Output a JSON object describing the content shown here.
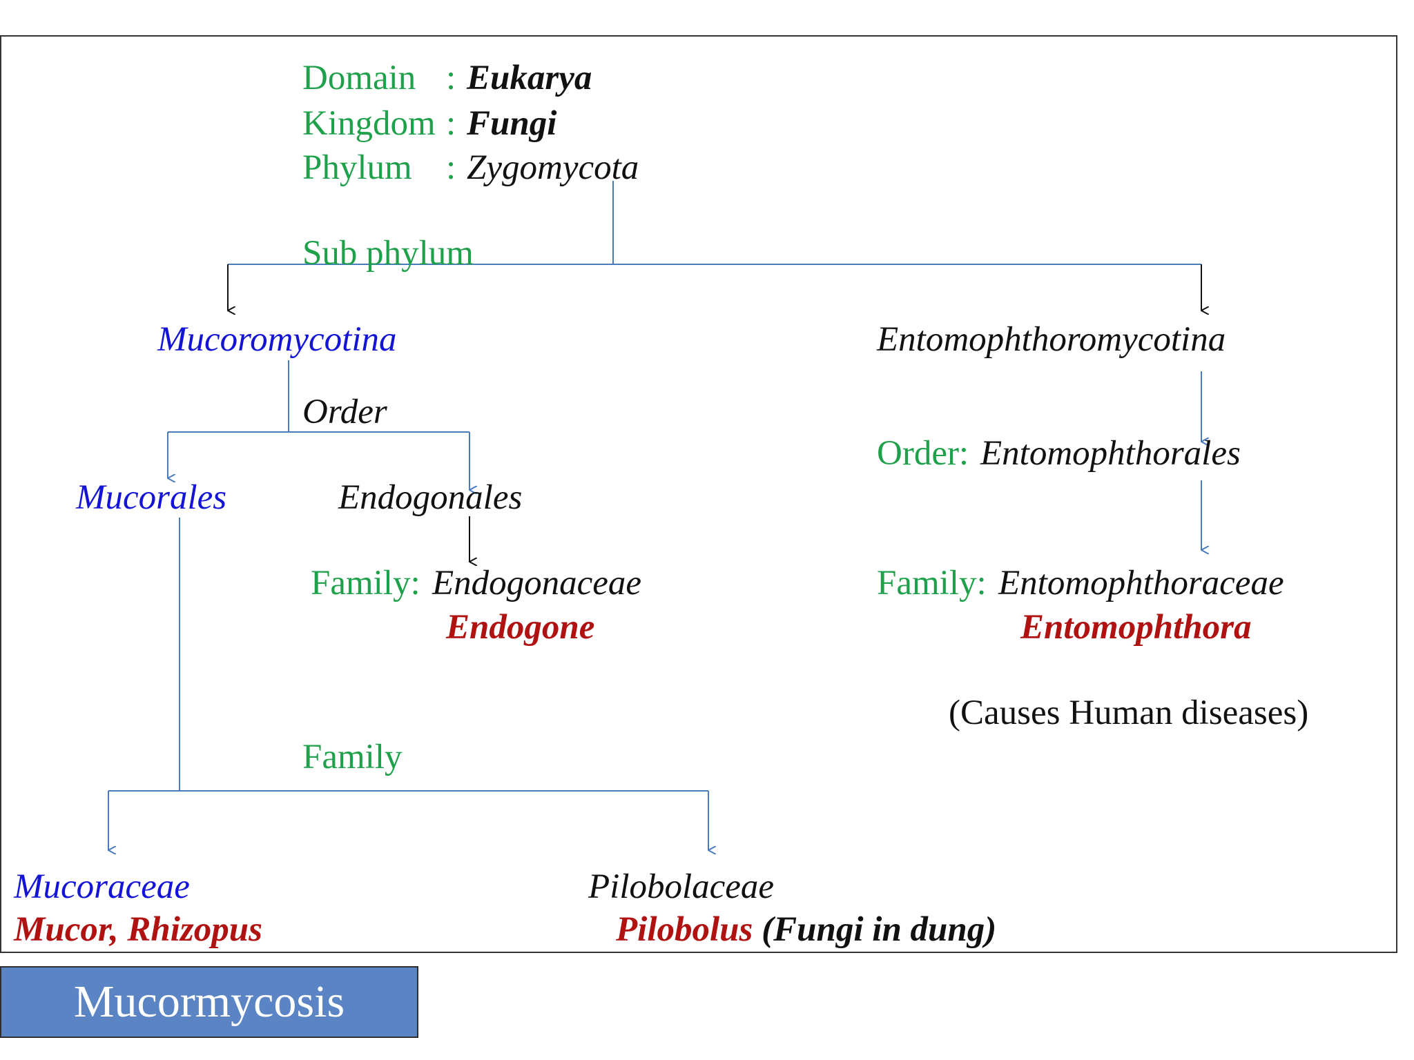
{
  "taxonomy": {
    "domain_label": "Domain",
    "domain_sep": ":",
    "domain_value": "Eukarya",
    "kingdom_label": "Kingdom",
    "kingdom_sep": ":",
    "kingdom_value": "Fungi",
    "phylum_label": "Phylum",
    "phylum_sep": ":",
    "phylum_value": "Zygomycota"
  },
  "subphylum_label": "Sub phylum",
  "left_branch": {
    "subphylum": "Mucoromycotina",
    "order_label": "Order",
    "order_1": "Mucorales",
    "order_2": "Endogonales",
    "endogonales_family_label": "Family:",
    "endogonales_family": "Endogonaceae",
    "endogonales_genus": "Endogone",
    "family_label": "Family",
    "family_1": "Mucoraceae",
    "family_1_genera": "Mucor, Rhizopus",
    "family_2": "Pilobolaceae",
    "family_2_genus": "Pilobolus",
    "family_2_note": "(Fungi in dung)"
  },
  "right_branch": {
    "subphylum": "Entomophthoromycotina",
    "order_label": "Order:",
    "order": "Entomophthorales",
    "family_label": "Family:",
    "family": "Entomophthoraceae",
    "genus": "Entomophthora",
    "note": "(Causes Human diseases)"
  },
  "title_button": "Mucormycosis",
  "colors": {
    "rank_label": "#1fa04b",
    "mucor_lineage": "#1414d6",
    "genus": "#b01212",
    "connector": "#4a7bbf",
    "title_bg": "#5b84c4"
  }
}
